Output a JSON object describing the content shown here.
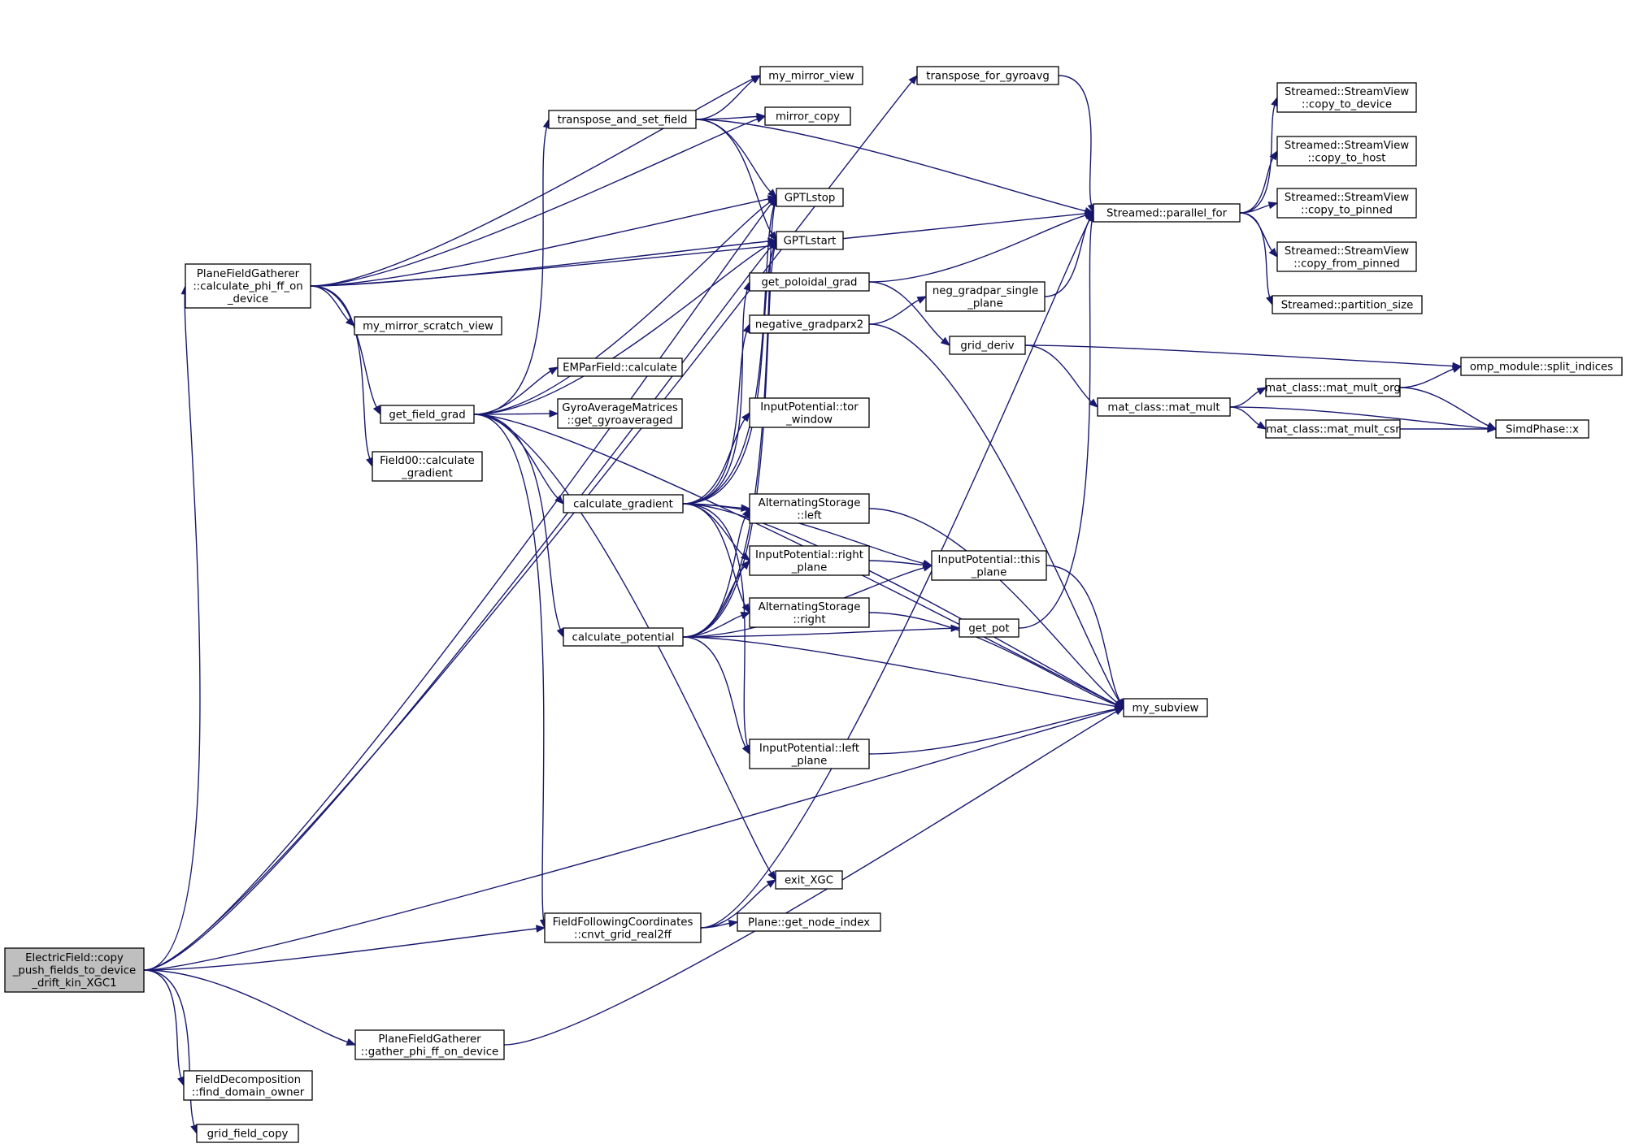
{
  "graph": {
    "edge_color": "#191970",
    "root_fill": "#bfbfbf",
    "node_fill": "#ffffff",
    "nodes": [
      {
        "id": "root",
        "lines": [
          "ElectricField::copy",
          "_push_fields_to_device",
          "_drift_kin_XGC1"
        ],
        "root": true
      },
      {
        "id": "pfg_calc",
        "lines": [
          "PlaneFieldGatherer",
          "::calculate_phi_ff_on",
          "_device"
        ]
      },
      {
        "id": "get_field_grad",
        "lines": [
          "get_field_grad"
        ]
      },
      {
        "id": "transpose_gyro",
        "lines": [
          "transpose_for_gyroavg"
        ]
      },
      {
        "id": "my_mirror_view",
        "lines": [
          "my_mirror_view"
        ]
      },
      {
        "id": "mirror_copy",
        "lines": [
          "mirror_copy"
        ]
      },
      {
        "id": "transpose_set",
        "lines": [
          "transpose_and_set_field"
        ]
      },
      {
        "id": "gptlstop",
        "lines": [
          "GPTLstop"
        ]
      },
      {
        "id": "gptlstart",
        "lines": [
          "GPTLstart"
        ]
      },
      {
        "id": "parallel_for",
        "lines": [
          "Streamed::parallel_for"
        ]
      },
      {
        "id": "sv_copy_device",
        "lines": [
          "Streamed::StreamView",
          "::copy_to_device"
        ]
      },
      {
        "id": "sv_copy_host",
        "lines": [
          "Streamed::StreamView",
          "::copy_to_host"
        ]
      },
      {
        "id": "sv_copy_pinned",
        "lines": [
          "Streamed::StreamView",
          "::copy_to_pinned"
        ]
      },
      {
        "id": "sv_copy_from_pinned",
        "lines": [
          "Streamed::StreamView",
          "::copy_from_pinned"
        ]
      },
      {
        "id": "partition_size",
        "lines": [
          "Streamed::partition_size"
        ]
      },
      {
        "id": "get_poloidal_grad",
        "lines": [
          "get_poloidal_grad"
        ]
      },
      {
        "id": "neg_gradpar",
        "lines": [
          "neg_gradpar_single",
          "_plane"
        ]
      },
      {
        "id": "negative_gradparx2",
        "lines": [
          "negative_gradparx2"
        ]
      },
      {
        "id": "grid_deriv",
        "lines": [
          "grid_deriv"
        ]
      },
      {
        "id": "split_indices",
        "lines": [
          "omp_module::split_indices"
        ]
      },
      {
        "id": "mat_mult",
        "lines": [
          "mat_class::mat_mult"
        ]
      },
      {
        "id": "mat_mult_org",
        "lines": [
          "mat_class::mat_mult_org"
        ]
      },
      {
        "id": "mat_mult_csr",
        "lines": [
          "mat_class::mat_mult_csr"
        ]
      },
      {
        "id": "simd_x",
        "lines": [
          "SimdPhase::x"
        ]
      },
      {
        "id": "my_mirror_scratch",
        "lines": [
          "my_mirror_scratch_view"
        ]
      },
      {
        "id": "emparfield",
        "lines": [
          "EMParField::calculate"
        ]
      },
      {
        "id": "gyroavg",
        "lines": [
          "GyroAverageMatrices",
          "::get_gyroaveraged"
        ]
      },
      {
        "id": "field00",
        "lines": [
          "Field00::calculate",
          "_gradient"
        ]
      },
      {
        "id": "ip_tor",
        "lines": [
          "InputPotential::tor",
          "_window"
        ]
      },
      {
        "id": "calc_gradient",
        "lines": [
          "calculate_gradient"
        ]
      },
      {
        "id": "as_left",
        "lines": [
          "AlternatingStorage",
          "::left"
        ]
      },
      {
        "id": "ip_right",
        "lines": [
          "InputPotential::right",
          "_plane"
        ]
      },
      {
        "id": "ip_this",
        "lines": [
          "InputPotential::this",
          "_plane"
        ]
      },
      {
        "id": "as_right",
        "lines": [
          "AlternatingStorage",
          "::right"
        ]
      },
      {
        "id": "calc_potential",
        "lines": [
          "calculate_potential"
        ]
      },
      {
        "id": "get_pot",
        "lines": [
          "get_pot"
        ]
      },
      {
        "id": "my_subview",
        "lines": [
          "my_subview"
        ]
      },
      {
        "id": "ip_left",
        "lines": [
          "InputPotential::left",
          "_plane"
        ]
      },
      {
        "id": "exit_xgc",
        "lines": [
          "exit_XGC"
        ]
      },
      {
        "id": "ffc",
        "lines": [
          "FieldFollowingCoordinates",
          "::cnvt_grid_real2ff"
        ]
      },
      {
        "id": "plane_node",
        "lines": [
          "Plane::get_node_index"
        ]
      },
      {
        "id": "pfg_gather",
        "lines": [
          "PlaneFieldGatherer",
          "::gather_phi_ff_on_device"
        ]
      },
      {
        "id": "field_decomp",
        "lines": [
          "FieldDecomposition",
          "::find_domain_owner"
        ]
      },
      {
        "id": "grid_field_copy",
        "lines": [
          "grid_field_copy"
        ]
      }
    ],
    "edges": [
      [
        "root",
        "pfg_calc"
      ],
      [
        "root",
        "transpose_gyro"
      ],
      [
        "root",
        "gptlstop"
      ],
      [
        "root",
        "gptlstart"
      ],
      [
        "root",
        "ffc"
      ],
      [
        "root",
        "my_subview"
      ],
      [
        "root",
        "pfg_gather"
      ],
      [
        "root",
        "field_decomp"
      ],
      [
        "root",
        "grid_field_copy"
      ],
      [
        "pfg_calc",
        "my_mirror_view"
      ],
      [
        "pfg_calc",
        "mirror_copy"
      ],
      [
        "pfg_calc",
        "gptlstop"
      ],
      [
        "pfg_calc",
        "gptlstart"
      ],
      [
        "pfg_calc",
        "parallel_for"
      ],
      [
        "pfg_calc",
        "my_mirror_scratch"
      ],
      [
        "pfg_calc",
        "get_field_grad"
      ],
      [
        "pfg_calc",
        "field00"
      ],
      [
        "transpose_gyro",
        "parallel_for"
      ],
      [
        "transpose_set",
        "my_mirror_view"
      ],
      [
        "transpose_set",
        "mirror_copy"
      ],
      [
        "transpose_set",
        "gptlstop"
      ],
      [
        "transpose_set",
        "gptlstart"
      ],
      [
        "transpose_set",
        "parallel_for"
      ],
      [
        "parallel_for",
        "sv_copy_device"
      ],
      [
        "parallel_for",
        "sv_copy_host"
      ],
      [
        "parallel_for",
        "sv_copy_pinned"
      ],
      [
        "parallel_for",
        "sv_copy_from_pinned"
      ],
      [
        "parallel_for",
        "partition_size"
      ],
      [
        "get_field_grad",
        "transpose_set"
      ],
      [
        "get_field_grad",
        "gptlstop"
      ],
      [
        "get_field_grad",
        "gptlstart"
      ],
      [
        "get_field_grad",
        "emparfield"
      ],
      [
        "get_field_grad",
        "gyroavg"
      ],
      [
        "get_field_grad",
        "calc_gradient"
      ],
      [
        "get_field_grad",
        "calc_potential"
      ],
      [
        "get_field_grad",
        "ffc"
      ],
      [
        "get_field_grad",
        "exit_xgc"
      ],
      [
        "get_field_grad",
        "my_subview"
      ],
      [
        "get_poloidal_grad",
        "parallel_for"
      ],
      [
        "get_poloidal_grad",
        "grid_deriv"
      ],
      [
        "neg_gradpar",
        "parallel_for"
      ],
      [
        "negative_gradparx2",
        "neg_gradpar"
      ],
      [
        "negative_gradparx2",
        "my_subview"
      ],
      [
        "grid_deriv",
        "split_indices"
      ],
      [
        "grid_deriv",
        "mat_mult"
      ],
      [
        "mat_mult",
        "mat_mult_org"
      ],
      [
        "mat_mult",
        "mat_mult_csr"
      ],
      [
        "mat_mult",
        "simd_x"
      ],
      [
        "mat_mult_org",
        "split_indices"
      ],
      [
        "mat_mult_org",
        "simd_x"
      ],
      [
        "mat_mult_csr",
        "simd_x"
      ],
      [
        "calc_gradient",
        "gptlstop"
      ],
      [
        "calc_gradient",
        "gptlstart"
      ],
      [
        "calc_gradient",
        "get_poloidal_grad"
      ],
      [
        "calc_gradient",
        "negative_gradparx2"
      ],
      [
        "calc_gradient",
        "ip_tor"
      ],
      [
        "calc_gradient",
        "as_left"
      ],
      [
        "calc_gradient",
        "ip_right"
      ],
      [
        "calc_gradient",
        "as_right"
      ],
      [
        "calc_gradient",
        "ip_this"
      ],
      [
        "calc_gradient",
        "ip_left"
      ],
      [
        "calc_gradient",
        "my_subview"
      ],
      [
        "calc_potential",
        "gptlstop"
      ],
      [
        "calc_potential",
        "gptlstart"
      ],
      [
        "calc_potential",
        "as_left"
      ],
      [
        "calc_potential",
        "ip_right"
      ],
      [
        "calc_potential",
        "as_right"
      ],
      [
        "calc_potential",
        "ip_this"
      ],
      [
        "calc_potential",
        "get_pot"
      ],
      [
        "calc_potential",
        "ip_left"
      ],
      [
        "calc_potential",
        "my_subview"
      ],
      [
        "as_left",
        "my_subview"
      ],
      [
        "ip_right",
        "ip_this"
      ],
      [
        "ip_this",
        "my_subview"
      ],
      [
        "as_right",
        "my_subview"
      ],
      [
        "get_pot",
        "parallel_for"
      ],
      [
        "ip_left",
        "my_subview"
      ],
      [
        "ffc",
        "exit_xgc"
      ],
      [
        "ffc",
        "plane_node"
      ],
      [
        "ffc",
        "parallel_for"
      ],
      [
        "pfg_gather",
        "my_subview"
      ]
    ]
  }
}
